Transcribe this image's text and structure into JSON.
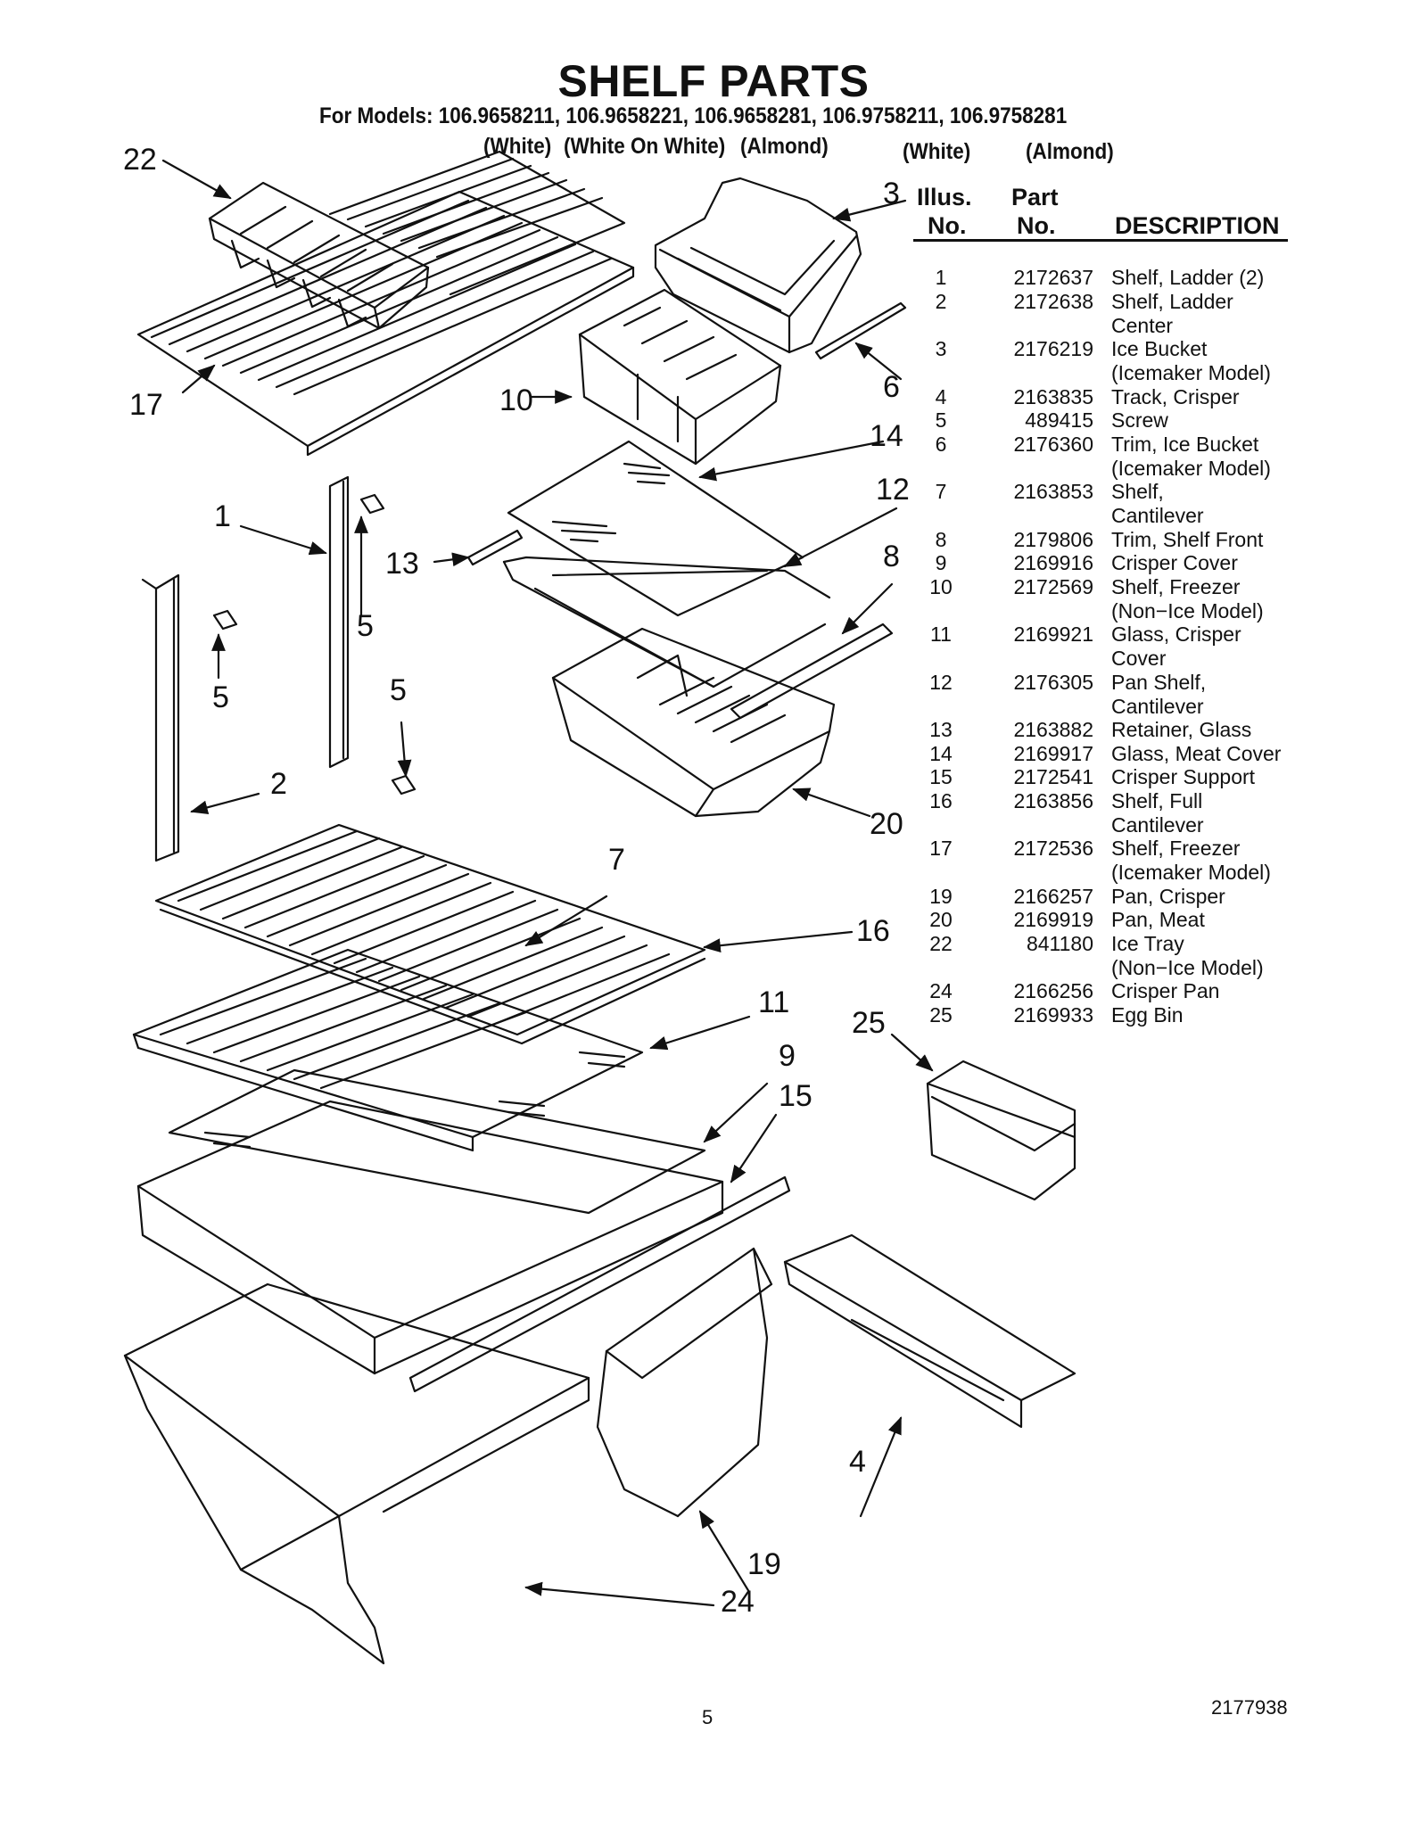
{
  "title": "SHELF PARTS",
  "models_line": "For Models: 106.9658211, 106.9658221, 106.9658281, 106.9758211, 106.9758281",
  "variants": {
    "white": "(White)",
    "white_on_white": "(White On White)",
    "almond": "(Almond)",
    "white2": "(White)",
    "almond2": "(Almond)"
  },
  "table": {
    "headers": {
      "illus": "Illus.",
      "no1": "No.",
      "part": "Part",
      "no2": "No.",
      "description": "DESCRIPTION"
    },
    "rows": [
      {
        "illus": "1",
        "part": "2172637",
        "description": "Shelf, Ladder (2)"
      },
      {
        "illus": "2",
        "part": "2172638",
        "description": "Shelf, Ladder\nCenter"
      },
      {
        "illus": "3",
        "part": "2176219",
        "description": "Ice Bucket\n(Icemaker Model)"
      },
      {
        "illus": "4",
        "part": "2163835",
        "description": "Track, Crisper"
      },
      {
        "illus": "5",
        "part": "489415",
        "description": "Screw"
      },
      {
        "illus": "6",
        "part": "2176360",
        "description": "Trim, Ice Bucket\n(Icemaker Model)"
      },
      {
        "illus": "7",
        "part": "2163853",
        "description": "Shelf,\nCantilever"
      },
      {
        "illus": "8",
        "part": "2179806",
        "description": "Trim, Shelf Front"
      },
      {
        "illus": "9",
        "part": "2169916",
        "description": "Crisper Cover"
      },
      {
        "illus": "10",
        "part": "2172569",
        "description": "Shelf, Freezer\n(Non−Ice Model)"
      },
      {
        "illus": "11",
        "part": "2169921",
        "description": "Glass, Crisper\nCover"
      },
      {
        "illus": "12",
        "part": "2176305",
        "description": "Pan Shelf,\nCantilever"
      },
      {
        "illus": "13",
        "part": "2163882",
        "description": "Retainer, Glass"
      },
      {
        "illus": "14",
        "part": "2169917",
        "description": "Glass, Meat Cover"
      },
      {
        "illus": "15",
        "part": "2172541",
        "description": "Crisper Support"
      },
      {
        "illus": "16",
        "part": "2163856",
        "description": "Shelf, Full\nCantilever"
      },
      {
        "illus": "17",
        "part": "2172536",
        "description": "Shelf, Freezer\n(Icemaker Model)"
      },
      {
        "illus": "19",
        "part": "2166257",
        "description": "Pan, Crisper"
      },
      {
        "illus": "20",
        "part": "2169919",
        "description": "Pan, Meat"
      },
      {
        "illus": "22",
        "part": "841180",
        "description": "Ice Tray\n(Non−Ice Model)"
      },
      {
        "illus": "24",
        "part": "2166256",
        "description": "Crisper Pan"
      },
      {
        "illus": "25",
        "part": "2169933",
        "description": "Egg Bin"
      }
    ]
  },
  "callouts": {
    "c1": "1",
    "c2": "2",
    "c3": "3",
    "c4": "4",
    "c5a": "5",
    "c5b": "5",
    "c5c": "5",
    "c6": "6",
    "c7": "7",
    "c8": "8",
    "c9": "9",
    "c10": "10",
    "c11": "11",
    "c12": "12",
    "c13": "13",
    "c14": "14",
    "c15": "15",
    "c16": "16",
    "c17": "17",
    "c19": "19",
    "c20": "20",
    "c22": "22",
    "c24": "24",
    "c25": "25"
  },
  "footer": {
    "page": "5",
    "doc_number": "2177938"
  }
}
